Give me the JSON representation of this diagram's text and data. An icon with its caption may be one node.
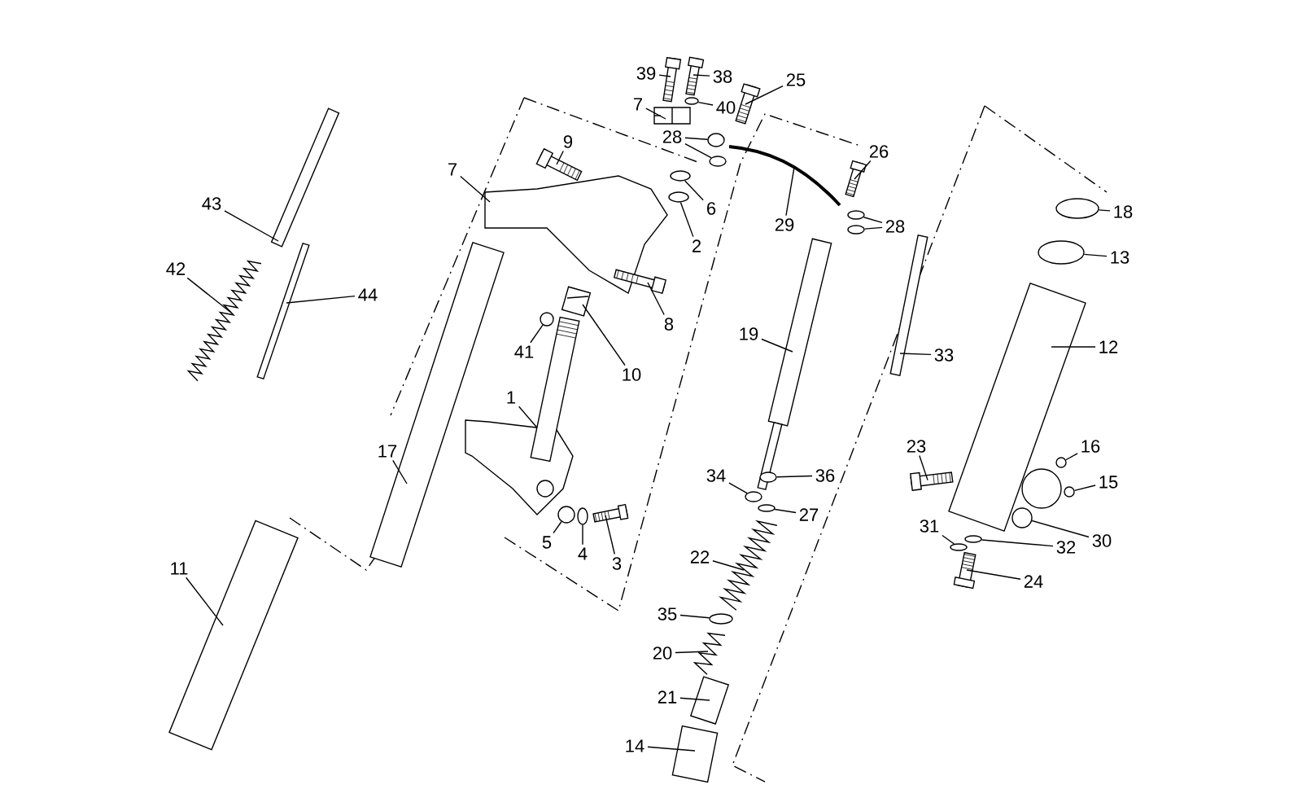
{
  "diagram": {
    "nodes": [
      {
        "text": [
          "39"
        ]
      },
      {
        "text": [
          "38"
        ]
      },
      {
        "text": [
          "7"
        ]
      },
      {
        "text": [
          "40"
        ]
      },
      {
        "text": [
          "25"
        ]
      },
      {
        "text": [
          "28"
        ]
      },
      {
        "text": [
          "9"
        ]
      },
      {
        "text": [
          "7"
        ]
      },
      {
        "text": [
          "6"
        ]
      },
      {
        "text": [
          "2"
        ]
      },
      {
        "text": [
          "26"
        ]
      },
      {
        "text": [
          "29"
        ]
      },
      {
        "text": [
          "28"
        ]
      },
      {
        "text": [
          "18"
        ]
      },
      {
        "text": [
          "13"
        ]
      },
      {
        "text": [
          "12"
        ]
      },
      {
        "text": [
          "19"
        ]
      },
      {
        "text": [
          "33"
        ]
      },
      {
        "text": [
          "43"
        ]
      },
      {
        "text": [
          "42"
        ]
      },
      {
        "text": [
          "44"
        ]
      },
      {
        "text": [
          "41"
        ]
      },
      {
        "text": [
          "8"
        ]
      },
      {
        "text": [
          "10"
        ]
      },
      {
        "text": [
          "1"
        ]
      },
      {
        "text": [
          "17"
        ]
      },
      {
        "text": [
          "23"
        ]
      },
      {
        "text": [
          "16"
        ]
      },
      {
        "text": [
          "15"
        ]
      },
      {
        "text": [
          "34"
        ]
      },
      {
        "text": [
          "36"
        ]
      },
      {
        "text": [
          "5"
        ]
      },
      {
        "text": [
          "4"
        ]
      },
      {
        "text": [
          "3"
        ]
      },
      {
        "text": [
          "27"
        ]
      },
      {
        "text": [
          "31"
        ]
      },
      {
        "text": [
          "32"
        ]
      },
      {
        "text": [
          "30"
        ]
      },
      {
        "text": [
          "24"
        ]
      },
      {
        "text": [
          "11"
        ]
      },
      {
        "text": [
          "22"
        ]
      },
      {
        "text": [
          "35"
        ]
      },
      {
        "text": [
          "20"
        ]
      },
      {
        "text": [
          "21"
        ]
      },
      {
        "text": [
          "14"
        ]
      },
      {
        "text": [],
        "shape": "picture"
      },
      {
        "text": [],
        "shape": "picture"
      },
      {
        "text": [],
        "shape": "picture"
      },
      {
        "text": [],
        "shape": "circle"
      },
      {
        "text": [],
        "shape": "picture"
      },
      {
        "text": [],
        "shape": "circle"
      },
      {
        "text": [],
        "shape": "circle"
      },
      {
        "text": [],
        "shape": "picture"
      },
      {
        "text": [],
        "shape": "picture"
      },
      {
        "text": [],
        "shape": "circle"
      },
      {
        "text": [],
        "shape": "circle"
      },
      {
        "text": [],
        "shape": "picture"
      },
      {
        "text": [],
        "shape": "picture"
      },
      {
        "text": [],
        "shape": "circle"
      },
      {
        "text": [],
        "shape": "circle"
      },
      {
        "text": [],
        "shape": "circle"
      },
      {
        "text": [],
        "shape": "circle"
      },
      {
        "text": [],
        "shape": "picture"
      },
      {
        "text": [],
        "shape": "picture"
      },
      {
        "text": [],
        "shape": "picture"
      },
      {
        "text": [],
        "shape": "picture"
      },
      {
        "text": [],
        "shape": "picture"
      },
      {
        "text": [],
        "shape": "picture"
      },
      {
        "text": [],
        "shape": "circle"
      },
      {
        "text": [],
        "shape": "picture"
      },
      {
        "text": [],
        "shape": "picture"
      },
      {
        "text": [],
        "shape": "picture"
      },
      {
        "text": [],
        "shape": "picture"
      },
      {
        "text": [],
        "shape": "picture"
      },
      {
        "text": [],
        "shape": "circle"
      },
      {
        "text": [],
        "shape": "circle"
      },
      {
        "text": [],
        "shape": "circle"
      },
      {
        "text": [],
        "shape": "circle"
      },
      {
        "text": [],
        "shape": "circle"
      },
      {
        "text": [],
        "shape": "circle"
      },
      {
        "text": [],
        "shape": "picture"
      },
      {
        "text": [],
        "shape": "circle"
      },
      {
        "text": [],
        "shape": "circle"
      },
      {
        "text": [],
        "shape": "circle"
      },
      {
        "text": [],
        "shape": "circle"
      },
      {
        "text": [],
        "shape": "picture"
      },
      {
        "text": [],
        "shape": "picture"
      },
      {
        "text": [],
        "shape": "picture"
      },
      {
        "text": [],
        "shape": "circle"
      },
      {
        "text": [],
        "shape": "picture"
      },
      {
        "text": [],
        "shape": "picture"
      },
      {
        "text": [],
        "shape": "picture"
      },
      {
        "text": [],
        "shape": "picture"
      }
    ],
    "edges": [
      {
        "from": 0,
        "to": 45,
        "arrow": "none"
      },
      {
        "from": 1,
        "to": 46,
        "arrow": "none"
      },
      {
        "from": 2,
        "to": 47,
        "arrow": "none"
      },
      {
        "from": 3,
        "to": 48,
        "arrow": "none"
      },
      {
        "from": 4,
        "to": 49,
        "arrow": "none"
      },
      {
        "from": 5,
        "to": 50,
        "arrow": "none"
      },
      {
        "from": 5,
        "to": 51,
        "arrow": "none"
      },
      {
        "from": 6,
        "to": 52,
        "arrow": "none"
      },
      {
        "from": 7,
        "to": 53,
        "arrow": "none"
      },
      {
        "from": 8,
        "to": 54,
        "arrow": "none"
      },
      {
        "from": 9,
        "to": 55,
        "arrow": "none"
      },
      {
        "from": 10,
        "to": 56,
        "arrow": "none"
      },
      {
        "from": 11,
        "to": 57,
        "arrow": "none"
      },
      {
        "from": 12,
        "to": 58,
        "arrow": "none"
      },
      {
        "from": 12,
        "to": 59,
        "arrow": "none"
      },
      {
        "from": 13,
        "to": 60,
        "arrow": "none"
      },
      {
        "from": 14,
        "to": 61,
        "arrow": "none"
      },
      {
        "from": 15,
        "to": 62,
        "arrow": "none"
      },
      {
        "from": 16,
        "to": 63,
        "arrow": "none"
      },
      {
        "from": 17,
        "to": 64,
        "arrow": "none"
      },
      {
        "from": 18,
        "to": 65,
        "arrow": "none"
      },
      {
        "from": 19,
        "to": 66,
        "arrow": "none"
      },
      {
        "from": 20,
        "to": 67,
        "arrow": "none"
      },
      {
        "from": 21,
        "to": 68,
        "arrow": "none"
      },
      {
        "from": 22,
        "to": 69,
        "arrow": "none"
      },
      {
        "from": 23,
        "to": 70,
        "arrow": "none"
      },
      {
        "from": 24,
        "to": 71,
        "arrow": "none"
      },
      {
        "from": 25,
        "to": 72,
        "arrow": "none"
      },
      {
        "from": 26,
        "to": 73,
        "arrow": "none"
      },
      {
        "from": 27,
        "to": 74,
        "arrow": "none"
      },
      {
        "from": 28,
        "to": 75,
        "arrow": "none"
      },
      {
        "from": 29,
        "to": 76,
        "arrow": "none"
      },
      {
        "from": 30,
        "to": 77,
        "arrow": "none"
      },
      {
        "from": 31,
        "to": 78,
        "arrow": "none"
      },
      {
        "from": 32,
        "to": 79,
        "arrow": "none"
      },
      {
        "from": 33,
        "to": 80,
        "arrow": "none"
      },
      {
        "from": 34,
        "to": 81,
        "arrow": "none"
      },
      {
        "from": 35,
        "to": 82,
        "arrow": "none"
      },
      {
        "from": 36,
        "to": 83,
        "arrow": "none"
      },
      {
        "from": 37,
        "to": 84,
        "arrow": "none"
      },
      {
        "from": 38,
        "to": 85,
        "arrow": "none"
      },
      {
        "from": 39,
        "to": 86,
        "arrow": "none"
      },
      {
        "from": 40,
        "to": 87,
        "arrow": "none"
      },
      {
        "from": 41,
        "to": 88,
        "arrow": "none"
      },
      {
        "from": 42,
        "to": 89,
        "arrow": "none"
      },
      {
        "from": 43,
        "to": 90,
        "arrow": "none"
      },
      {
        "from": 44,
        "to": 91,
        "arrow": "none"
      }
    ]
  }
}
